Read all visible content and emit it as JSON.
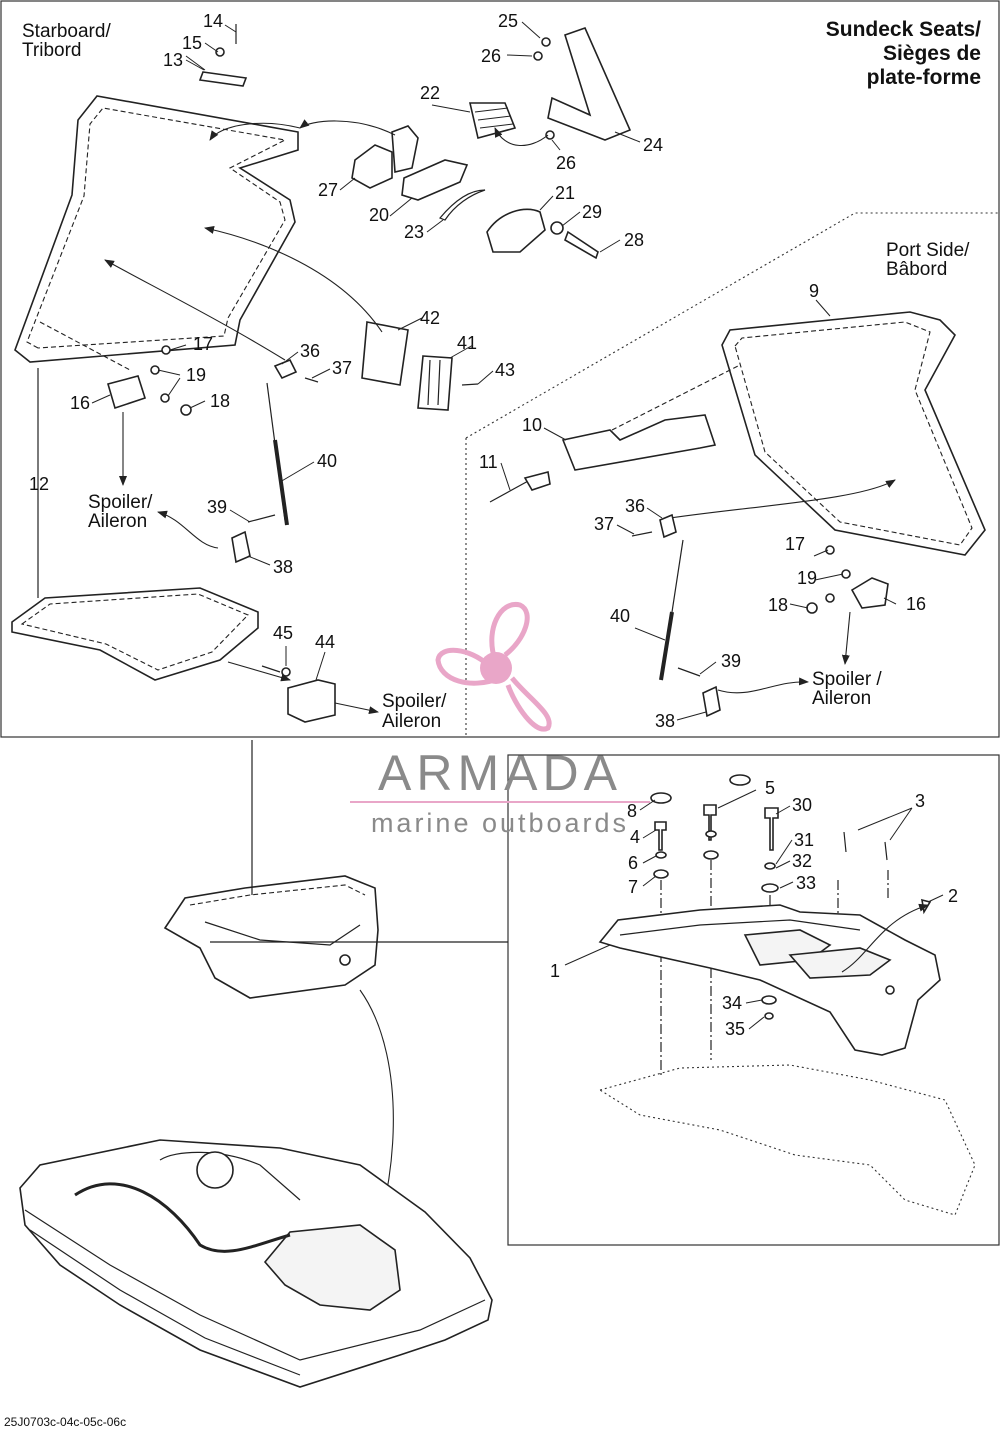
{
  "title": {
    "line1": "Sundeck Seats/",
    "line2": "Sièges de",
    "line3": "plate-forme"
  },
  "side_labels": {
    "starboard_line1": "Starboard/",
    "starboard_line2": "Tribord",
    "port_line1": "Port Side/",
    "port_line2": "Bâbord"
  },
  "callouts": {
    "spoiler_left_line1": "Spoiler/",
    "spoiler_left_line2": "Aileron",
    "spoiler_mid_line1": "Spoiler/",
    "spoiler_mid_line2": "Aileron",
    "spoiler_right_line1": "Spoiler /",
    "spoiler_right_line2": "Aileron"
  },
  "part_numbers": {
    "p1": "1",
    "p2": "2",
    "p3": "3",
    "p4": "4",
    "p5": "5",
    "p6": "6",
    "p7": "7",
    "p8": "8",
    "p9": "9",
    "p10": "10",
    "p11": "11",
    "p12": "12",
    "p13": "13",
    "p14": "14",
    "p15": "15",
    "p16a": "16",
    "p16b": "16",
    "p17a": "17",
    "p17b": "17",
    "p18a": "18",
    "p18b": "18",
    "p19a": "19",
    "p19b": "19",
    "p20": "20",
    "p21": "21",
    "p22": "22",
    "p23": "23",
    "p24": "24",
    "p25": "25",
    "p26a": "26",
    "p26b": "26",
    "p27": "27",
    "p28": "28",
    "p29": "29",
    "p30": "30",
    "p31": "31",
    "p32": "32",
    "p33": "33",
    "p34": "34",
    "p35": "35",
    "p36a": "36",
    "p36b": "36",
    "p37a": "37",
    "p37b": "37",
    "p38a": "38",
    "p38b": "38",
    "p39a": "39",
    "p39b": "39",
    "p40a": "40",
    "p40b": "40",
    "p41": "41",
    "p42": "42",
    "p43": "43",
    "p44": "44",
    "p45": "45"
  },
  "watermark": {
    "brand": "ARMADA",
    "tagline": "marine outboards"
  },
  "drawing_code": "25J0703c-04c-05c-06c",
  "colors": {
    "line": "#222222",
    "watermark_pink": "#e9a6c8",
    "watermark_gray": "#8a8a8a"
  }
}
